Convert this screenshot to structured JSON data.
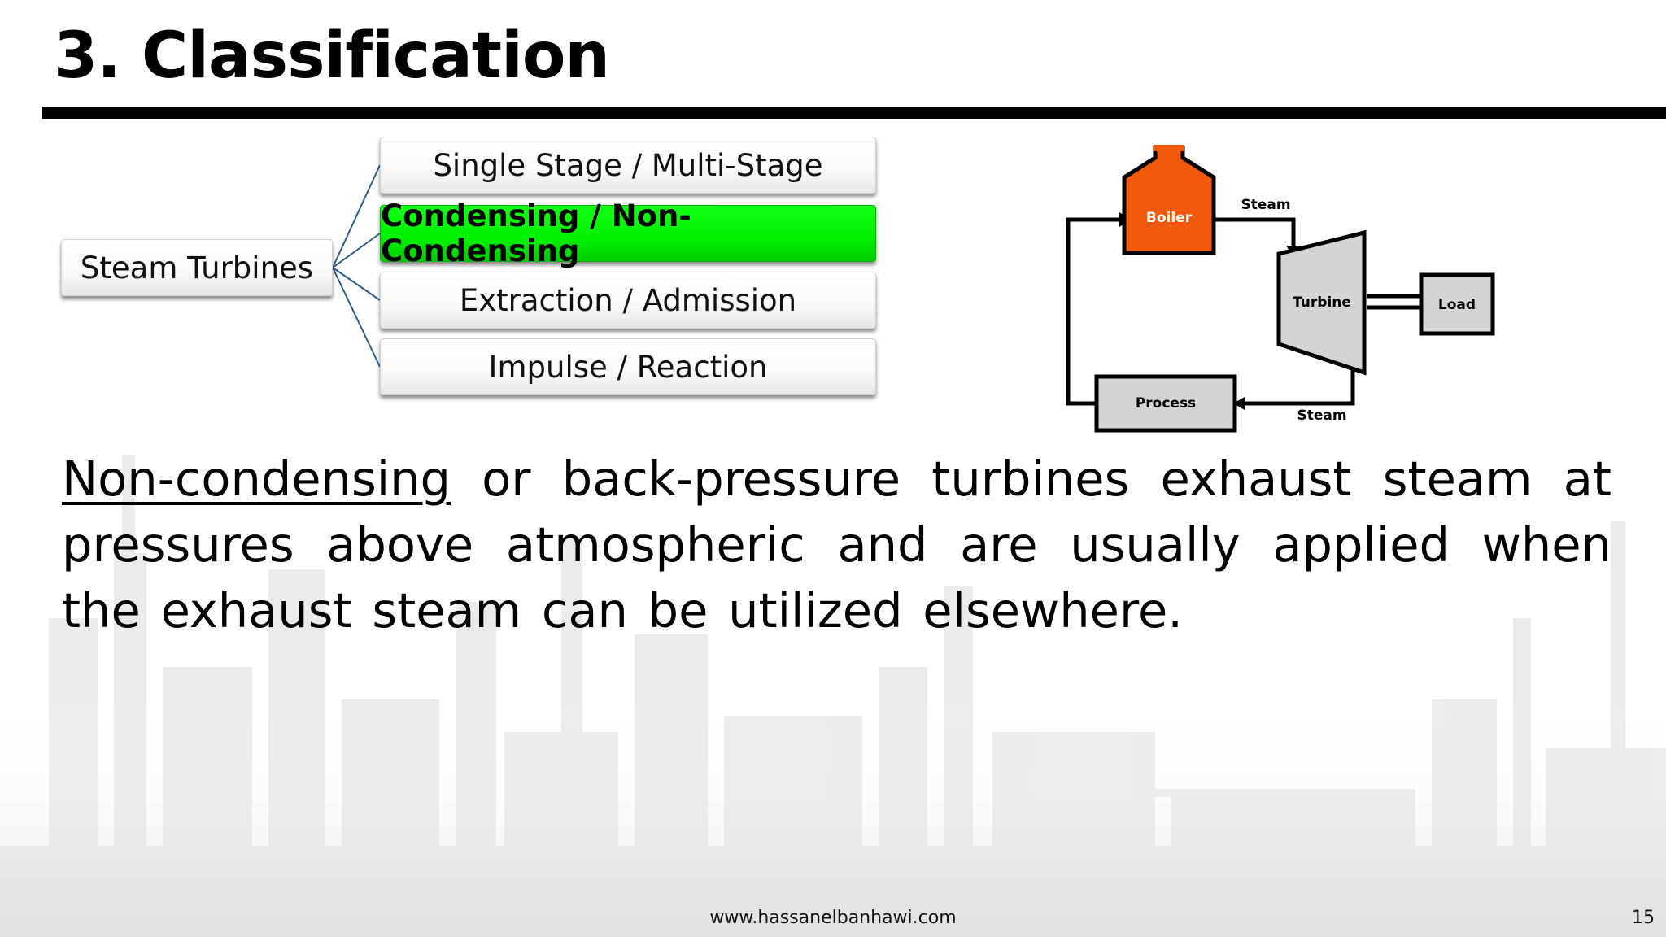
{
  "slide": {
    "title": "3. Classification",
    "tree": {
      "root_label": "Steam Turbines",
      "options": [
        "Single Stage / Multi-Stage",
        "Condensing / Non-Condensing",
        "Extraction / Admission",
        "Impulse / Reaction"
      ],
      "highlighted_index": 1,
      "highlight_color": "#00ee00"
    },
    "cycle_diagram": {
      "boiler_label": "Boiler",
      "turbine_label": "Turbine",
      "load_label": "Load",
      "process_label": "Process",
      "steam_top_label": "Steam",
      "steam_bottom_label": "Steam",
      "boiler_color": "#f15a0c",
      "unit_fill_color": "#d4d4d4"
    },
    "body": {
      "keyword": "Non-condensing",
      "rest": " or back-pressure turbines exhaust steam at pressures above atmospheric and are usually applied when the exhaust steam can be utilized elsewhere."
    },
    "footer": {
      "url": "www.hassanelbanhawi.com",
      "page_number": "15"
    }
  }
}
